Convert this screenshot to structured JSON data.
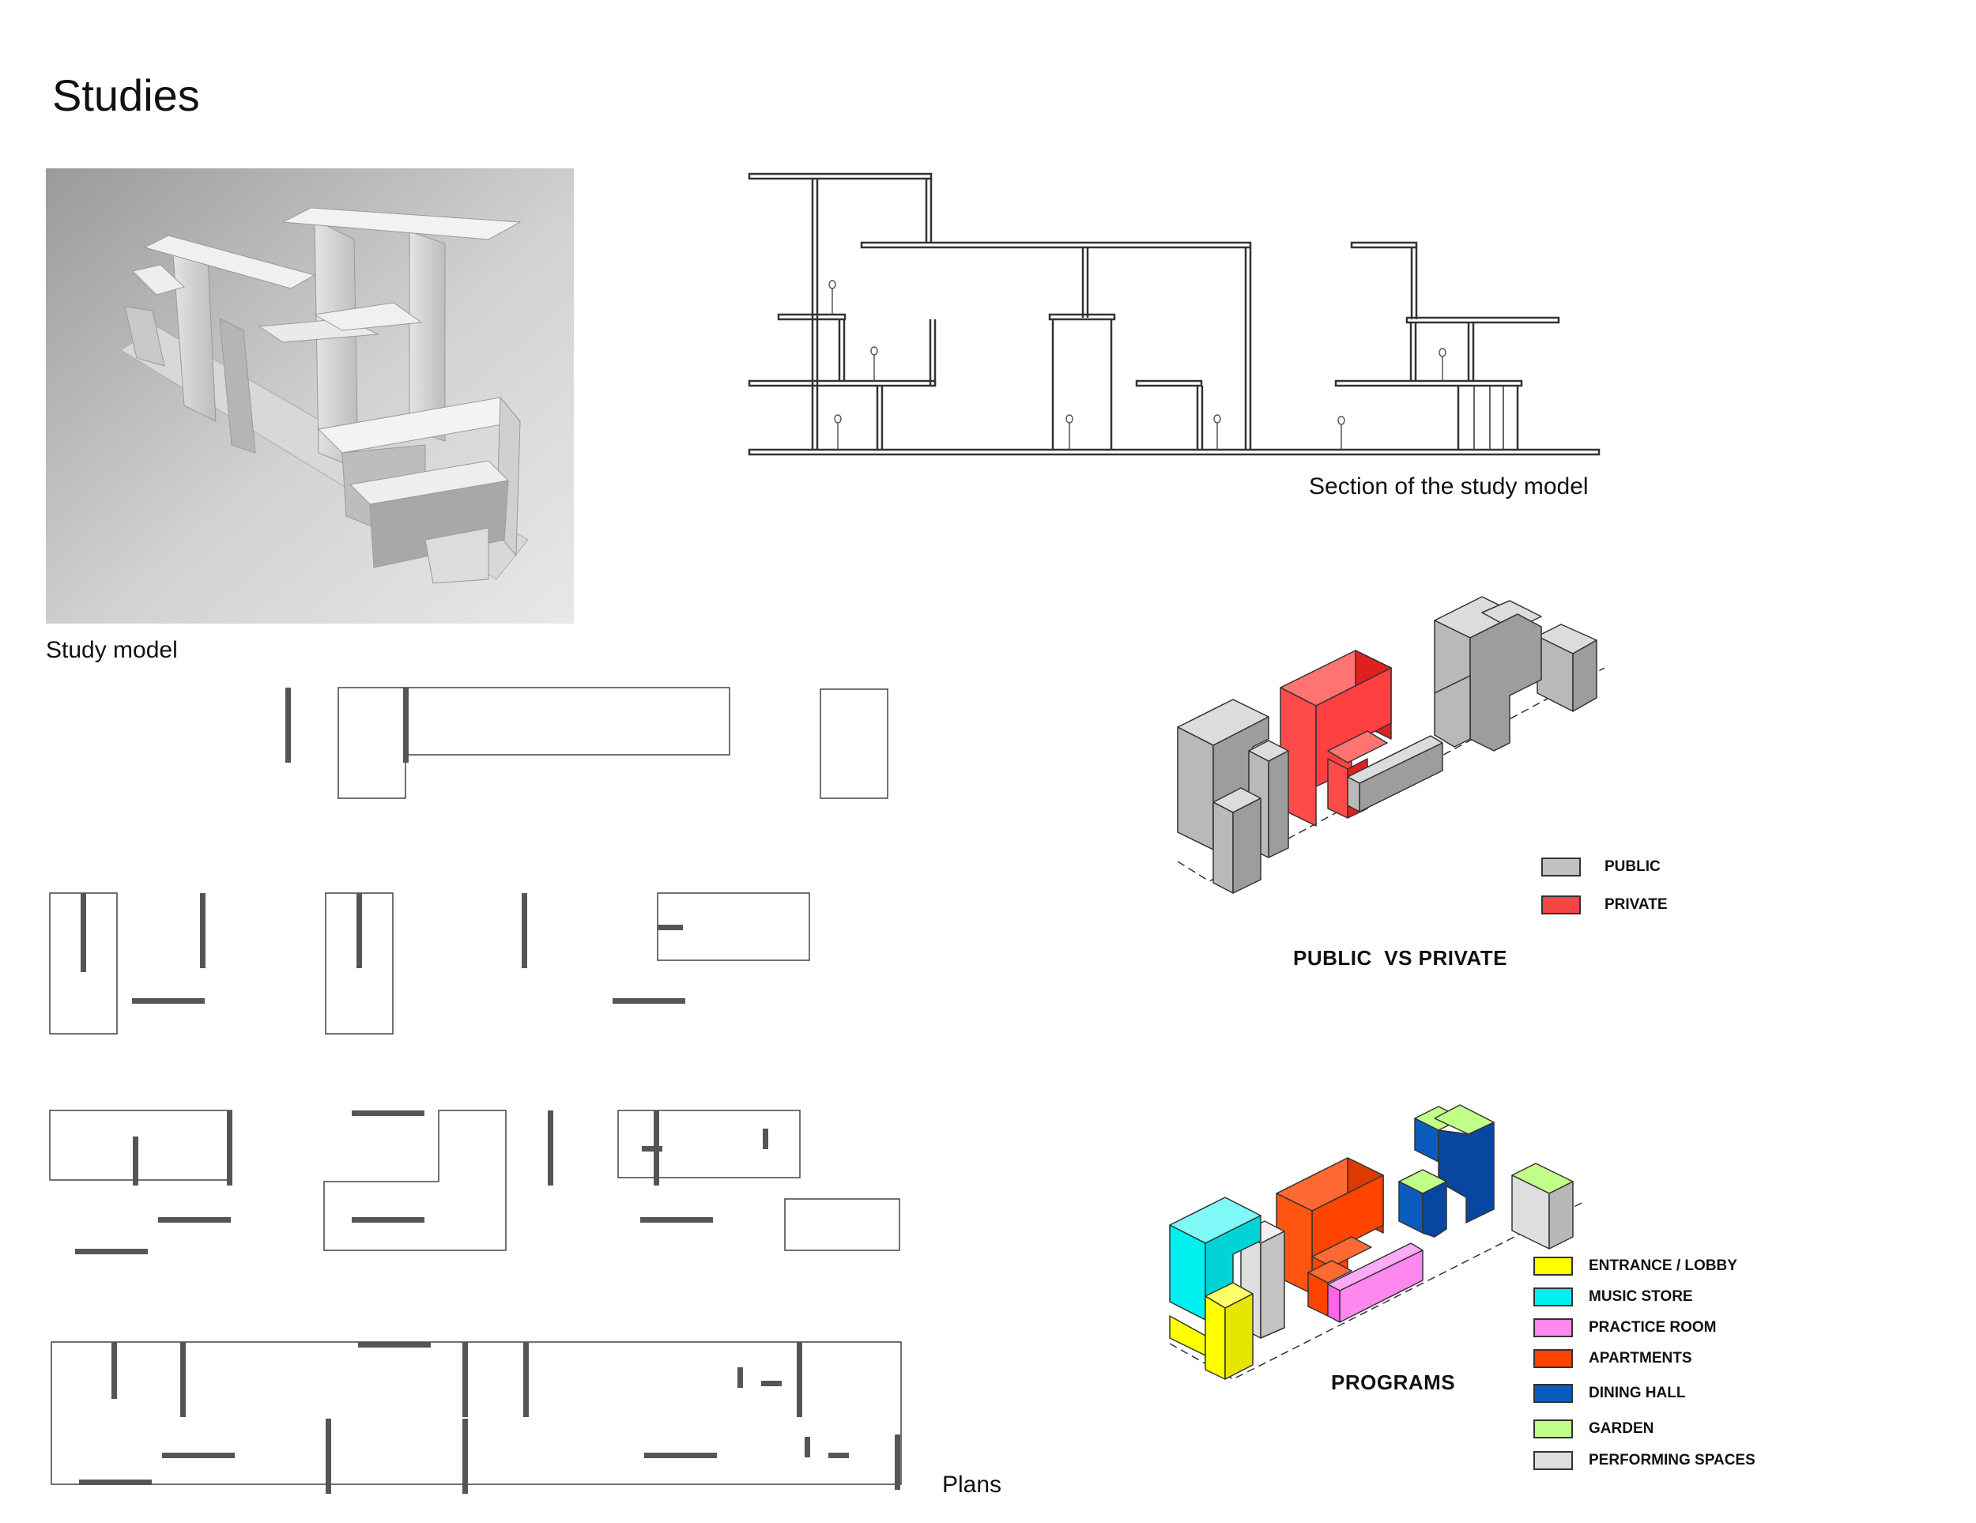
{
  "page": {
    "title": "Studies"
  },
  "captions": {
    "study_model": "Study model",
    "section": "Section of the study model",
    "plans": "Plans"
  },
  "diagram_public_private": {
    "title": "PUBLIC  VS PRIVATE",
    "legend": [
      {
        "label": "PUBLIC",
        "color": "#c0c0c0"
      },
      {
        "label": "PRIVATE",
        "color": "#f44444"
      }
    ]
  },
  "diagram_programs": {
    "title": "PROGRAMS",
    "legend": [
      {
        "label": "ENTRANCE / LOBBY",
        "color": "#ffff00"
      },
      {
        "label": "MUSIC STORE",
        "color": "#00f0f0"
      },
      {
        "label": "PRACTICE ROOM",
        "color": "#ff88ee"
      },
      {
        "label": "APARTMENTS",
        "color": "#ff4400"
      },
      {
        "label": "DINING HALL",
        "color": "#0a5cbf"
      },
      {
        "label": "GARDEN",
        "color": "#c2ff88"
      },
      {
        "label": "PERFORMING SPACES",
        "color": "#dedede"
      }
    ]
  }
}
